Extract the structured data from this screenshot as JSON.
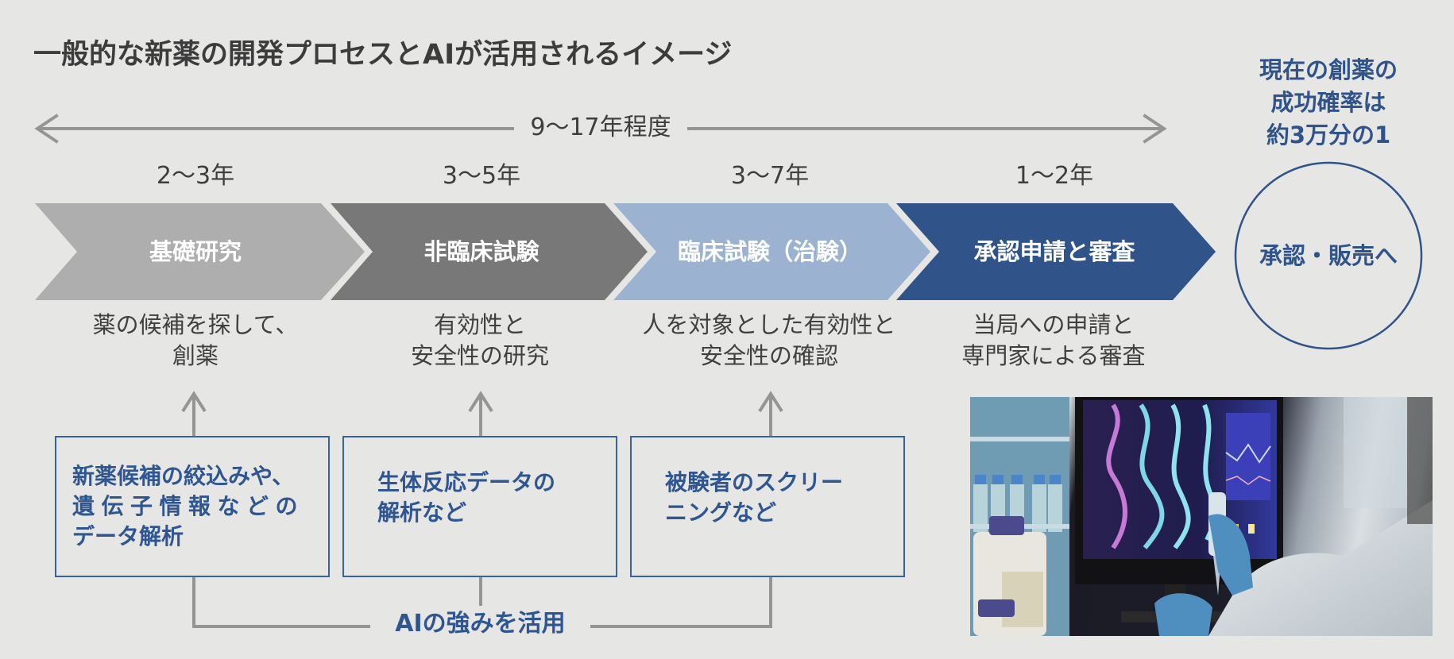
{
  "title": "一般的な新薬の開発プロセスとAIが活用されるイメージ",
  "total_duration": "9〜17年程度",
  "stages": [
    {
      "duration": "2〜3年",
      "label": "基礎研究",
      "description": [
        "薬の候補を探して、",
        "創薬"
      ],
      "color": "#aeaeae"
    },
    {
      "duration": "3〜5年",
      "label": "非臨床試験",
      "description": [
        "有効性と",
        "安全性の研究"
      ],
      "color": "#787878"
    },
    {
      "duration": "3〜7年",
      "label": "臨床試験（治験）",
      "description": [
        "人を対象とした有効性と",
        "安全性の確認"
      ],
      "color": "#9bb3d0"
    },
    {
      "duration": "1〜2年",
      "label": "承認申請と審査",
      "description": [
        "当局への申請と",
        "専門家による審査"
      ],
      "color": "#30548a"
    }
  ],
  "final": {
    "label": "承認・販売へ",
    "success_rate": [
      "現在の創薬の",
      "成功確率は",
      "約3万分の1"
    ],
    "color": "#30548a"
  },
  "ai_uses": [
    {
      "lines": [
        "新薬候補の絞込みや、",
        "遺伝子情報などの",
        "データ解析"
      ]
    },
    {
      "lines": [
        "生体反応データの",
        "解析など"
      ]
    },
    {
      "lines": [
        "被験者のスクリー",
        "ニングなど"
      ]
    }
  ],
  "ai_strength_label": "AIの強みを活用",
  "photo": {
    "alt": "研究者がDNA二重らせんを表示したモニターの前でピペットを持つ実験室の写真"
  },
  "colors": {
    "background": "#e6e6e4",
    "arrow": "#959595",
    "ai_accent": "#2f5691",
    "text": "#3e3e3e"
  }
}
